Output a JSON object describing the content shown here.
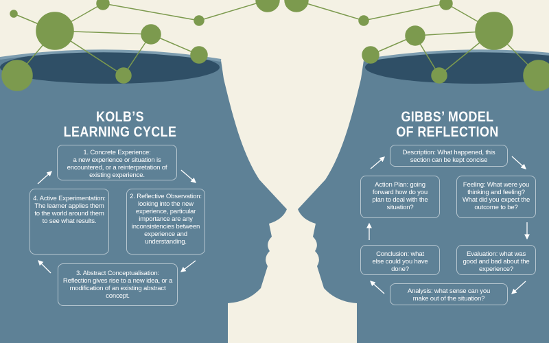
{
  "colors": {
    "background": "#f4f1e4",
    "head": "#5e8196",
    "head_dark": "#2f4f66",
    "node": "#7c9a4e"
  },
  "kolb": {
    "title_line1": "KOLB’S",
    "title_line2": "LEARNING CYCLE",
    "steps": [
      {
        "heading": "1. Concrete Experience:",
        "text": "a new experience or situation is encountered, or a reinterpretation of existing experience."
      },
      {
        "heading": "2. Reflective Observation:",
        "text": "looking into the new experience, particular importance are any inconsistencies between experience and understanding."
      },
      {
        "heading": "3. Abstract Conceptualisation:",
        "text": "Reflection gives rise to a new idea, or a modification of an existing abstract concept."
      },
      {
        "heading": "4. Active Experimentation:",
        "text": "The learner applies them to the world around them to see what results."
      }
    ]
  },
  "gibbs": {
    "title_line1": "GIBBS’ MODEL",
    "title_line2": "OF REFLECTION",
    "steps": [
      {
        "text": "Description: What happened, this section can be kept concise"
      },
      {
        "text": "Feeling: What were you thinking and feeling? What did you expect the outcome to be?"
      },
      {
        "text": "Evaluation: what was good and bad about the experience?"
      },
      {
        "text": "Analysis: what sense can you make out of the situation?"
      },
      {
        "text": "Conclusion: what else could you have done?"
      },
      {
        "text": "Action Plan: going forward how do you plan to deal with the situation?"
      }
    ]
  }
}
